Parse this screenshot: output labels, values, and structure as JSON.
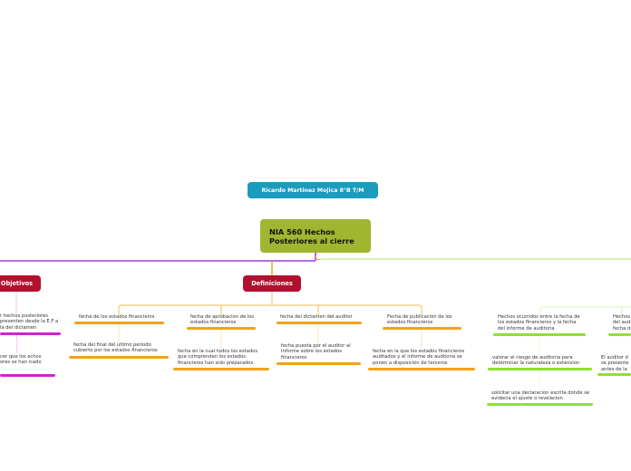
{
  "colors": {
    "author_bg": "#1b9bbd",
    "title_bg": "#a0b631",
    "category_bg": "#b3102f",
    "purple": "#a23ae0",
    "orange": "#f3a117",
    "green": "#8fe032",
    "magenta": "#d520d7",
    "pink": "#f2a6e8"
  },
  "author": "Ricardo Martinez Mojica 8°B T/M",
  "title": "NIA 560 Hechos Posteriores al cierre",
  "objetivos": {
    "label": "Objetivos",
    "items": [
      "r hechos posteriores presenten desde la E.F a la del dictamen",
      "cer que los echos ores se han icado"
    ]
  },
  "definiciones": {
    "label": "Definiciones",
    "terms": [
      {
        "term": "fecha de los estados financieros",
        "definition": "fecha del final del ultimo periodo cubierto por los estados financieros"
      },
      {
        "term": "fecha de aprobacion de los estados financieros",
        "definition": "fecha en la cual todos los estados que comprenden los estados financieros han sido preparados"
      },
      {
        "term": "fecha del dictamen del auditor",
        "definition": "fecha puesta por el auditor al informe sobre los estados financieros"
      },
      {
        "term": "Fecha de publicación de los estados financieros",
        "definition": "fecha en la que los estados financieros auditados y el informe de auditoria se ponen a disposición de terceros"
      }
    ]
  },
  "hechos_ocurridos": {
    "label": "Hechos ocurridos entre la fecha de los estados financieros y la fecha del informe de auditoria",
    "items": [
      "valorar el riesgo de auditoria para determinar la naturaleza o extension",
      "solicitar una declaracion escrita donde se evidecia el ajuste o revelacion"
    ]
  },
  "hechos_partial": {
    "label": "Hechos del aud fecha d",
    "item": "El auditor d se presente antes de la"
  }
}
